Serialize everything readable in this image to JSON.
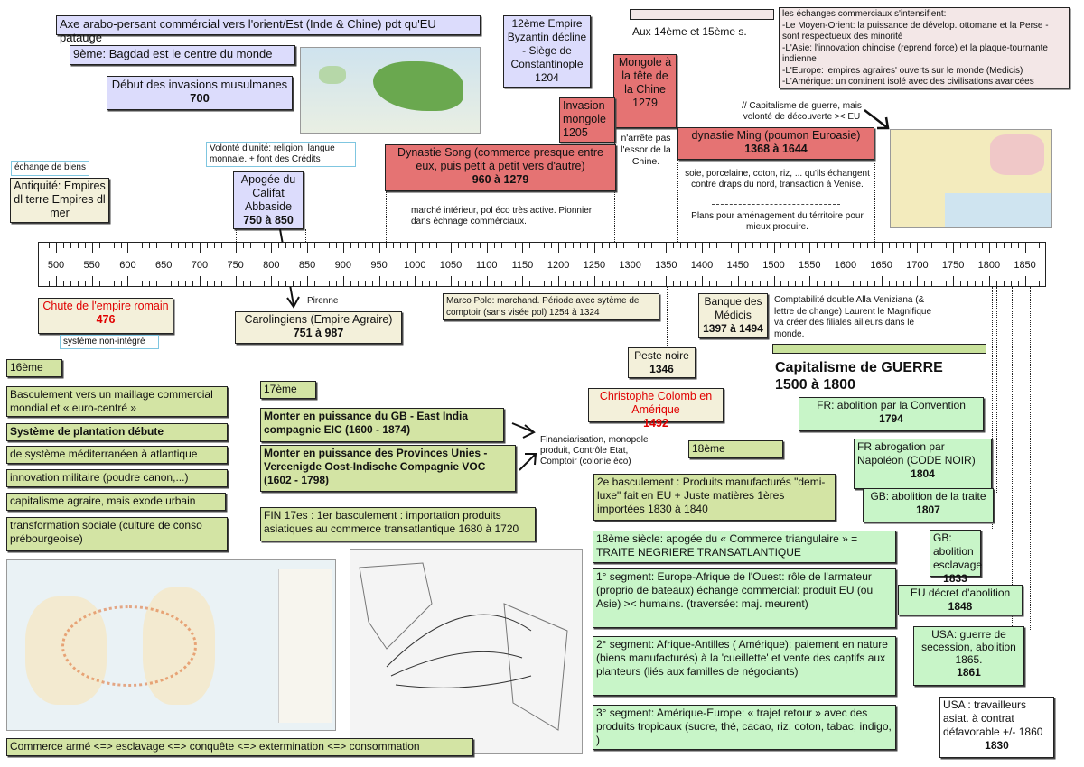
{
  "top": {
    "axe": "Axe arabo-persant commércial vers l'orient/Est (Inde & Chine) pdt qu'EU patauge",
    "bagdad": "9ème: Bagdad est le centre du monde",
    "invasions": {
      "title": "Début des invasions musulmanes",
      "year": "700"
    },
    "byzantin": "12ème Empire Byzantin décline - Siège de Constantinople 1204",
    "aux": "Aux 14ème et 15ème s.",
    "echanges": [
      "les échanges commerciaux s'intensifient:",
      "-Le Moyen-Orient: la puissance de dévelop. ottomane et la Perse - sont respectueux des minorité",
      "-L'Asie: l'innovation chinoise (reprend force) et la plaque-tournante indienne",
      "-L'Europe: 'empires agraires' ouverts sur le monde (Medicis)",
      "-L'Amérique: un continent isolé avec des civilisations avancées"
    ],
    "mongole_chine": {
      "title": "Mongole à la tête de la Chine",
      "year": "1279"
    },
    "invasion_mongole": "Invasion mongole 1205",
    "narrete": "n'arrête pas l'essor de la Chine.",
    "ming": {
      "title": "dynastie Ming (poumon Euroasie)",
      "years": "1368 à 1644",
      "note1": "soie, porcelaine, coton, riz, ... qu'ils échangent contre draps du nord, transaction à Venise.",
      "note2": "Plans pour aménagement du térritoire pour mieux produire."
    },
    "capit_note": "// Capitalisme de guerre, mais volonté de découverte >< EU",
    "song": {
      "title": "Dynastie Song (commerce presque entre eux, puis petit à petit vers d'autre)",
      "years": "960 à 1279",
      "note": "marché intérieur, pol éco très active. Pionnier dans échnage commérciaux."
    },
    "volonte": "Volonté d'unité: religion, langue monnaie. + font des Crédits",
    "echange_biens": "échange de biens",
    "antiquite": "Antiquité: Empires dl terre Empires dl mer",
    "apogee": {
      "title": "Apogée du Califat Abbaside",
      "years": "750 à 850"
    }
  },
  "timeline": {
    "labels": [
      "500",
      "550",
      "600",
      "650",
      "700",
      "750",
      "800",
      "850",
      "900",
      "950",
      "1000",
      "1050",
      "1100",
      "1150",
      "1200",
      "1250",
      "1300",
      "1350",
      "1400",
      "1450",
      "1500",
      "1550",
      "1600",
      "1650",
      "1700",
      "1750",
      "1800",
      "1850"
    ]
  },
  "below": {
    "chute": {
      "title": "Chute de l'empire romain",
      "year": "476"
    },
    "non_integre": "système non-intégré",
    "pirenne": "Pirenne",
    "carolingiens": {
      "title": "Carolingiens (Empire Agraire)",
      "years": "751 à 987"
    },
    "marco": "Marco Polo: marchand. Période avec sytème de comptoir (sans visée pol) 1254 à 1324",
    "banque": {
      "title": "Banque des Médicis",
      "years": "1397 à 1494"
    },
    "comptabilite": "Comptabilité double Alla Veniziana (& lettre de change) Laurent le Magnifique va créer des filiales ailleurs dans le monde.",
    "peste": {
      "title": "Peste noire",
      "year": "1346"
    },
    "capitalisme": {
      "title": "Capitalisme de GUERRE",
      "years": "1500 à 1800"
    },
    "colomb": {
      "title": "Christophe Colomb en Amérique",
      "year": "1492"
    }
  },
  "s16": [
    "16ème",
    "Basculement vers un maillage commercial mondial et « euro-centré »",
    "Système de plantation débute",
    "de système méditerranéen à atlantique",
    "innovation militaire (poudre canon,...)",
    "capitalisme agraire, mais exode urbain",
    "transformation sociale (culture de conso prébourgeoise)"
  ],
  "s17": {
    "label": "17ème",
    "eic": "Monter en puissance du GB - East India compagnie EIC (1600 - 1874)",
    "voc": "Monter en puissance des Provinces Unies - Vereenigde Oost-Indische Compagnie VOC (1602 - 1798)",
    "finance": "Financiarisation, monopole produit, Contrôle Etat, Comptoir (colonie éco)",
    "fin": "FIN 17es : 1er basculement : importation produits asiatiques au commerce transatlantique 1680 à 1720"
  },
  "s18": {
    "label": "18ème",
    "bascul2": "2e basculement : Produits manufacturés \"demi-luxe\" fait en EU + Juste matières 1ères importées 1830 à 1840",
    "triang": "18ème siècle: apogée du « Commerce triangulaire » = TRAITE NEGRIERE TRANSATLANTIQUE",
    "seg1": "1° segment: Europe-Afrique de l'Ouest: rôle de l'armateur (proprio de bateaux) échange commercial: produit EU (ou Asie) >< humains. (traversée: maj. meurent)",
    "seg2": "2° segment: Afrique-Antilles ( Amérique): paiement en nature (biens manufacturés) à la 'cueillette' et vente des captifs aux planteurs (liés aux familles de négociants)",
    "seg3": "3° segment: Amérique-Europe: « trajet retour » avec des produits tropicaux (sucre, thé, cacao, riz, coton, tabac, indigo,   )"
  },
  "abolition": [
    {
      "title": "FR: abolition par la Convention",
      "year": "1794"
    },
    {
      "title": "FR abrogation par Napoléon (CODE NOIR)",
      "year": "1804"
    },
    {
      "title": "GB: abolition de la traite",
      "year": "1807"
    },
    {
      "title": "GB: abolition esclavage",
      "year": "1833"
    },
    {
      "title": "EU décret d'abolition",
      "year": "1848"
    },
    {
      "title": "USA: guerre de secession, abolition 1865.",
      "year": "1861"
    },
    {
      "title": "USA : travailleurs asiat. à contrat défavorable +/- 1860",
      "year": "1830"
    }
  ],
  "footer": "Commerce armé <=> esclavage <=> conquête <=> extermination <=> consommation",
  "colors": {
    "lavender": "#dcdcfc",
    "red": "#e57373",
    "beige": "#f3f0da",
    "green": "#d3e4a4",
    "lightgreen": "#c8f5c8",
    "pink": "#f3e7e7",
    "highlight_red": "#e00000"
  }
}
